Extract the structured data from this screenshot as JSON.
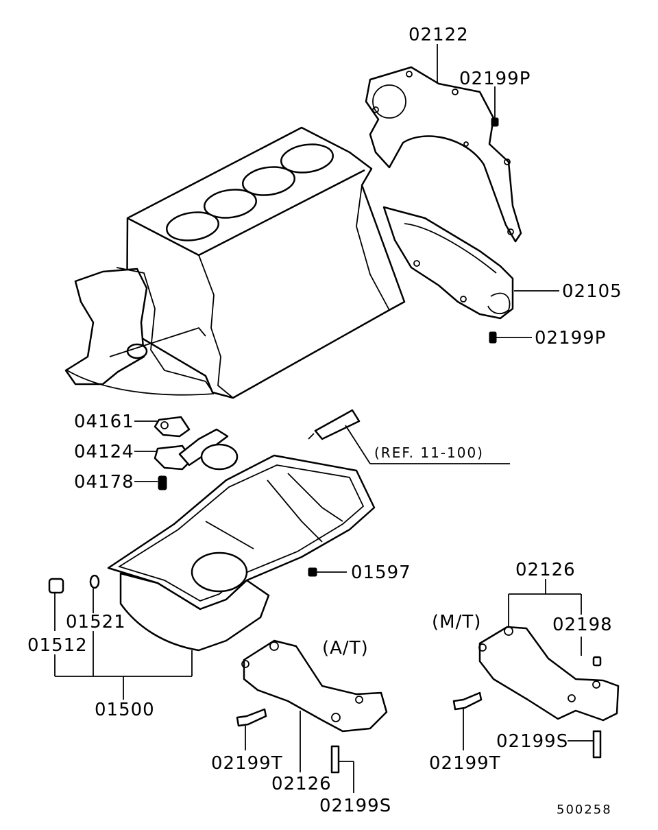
{
  "labels": {
    "p02122": "02122",
    "p02199P_top": "02199P",
    "p02105": "02105",
    "p02199P_mid": "02199P",
    "p04161": "04161",
    "p04124": "04124",
    "p04178": "04178",
    "ref": "(REF. 11-100)",
    "p01597": "01597",
    "p02126_mt": "02126",
    "mt": "(M/T)",
    "p02198": "02198",
    "p01521": "01521",
    "p01512": "01512",
    "at": "(A/T)",
    "p01500": "01500",
    "p02199T_left": "02199T",
    "p02126_at": "02126",
    "p02199S_left": "02199S",
    "p02199T_right": "02199T",
    "p02199S_right": "02199S",
    "figure_id": "500258"
  }
}
